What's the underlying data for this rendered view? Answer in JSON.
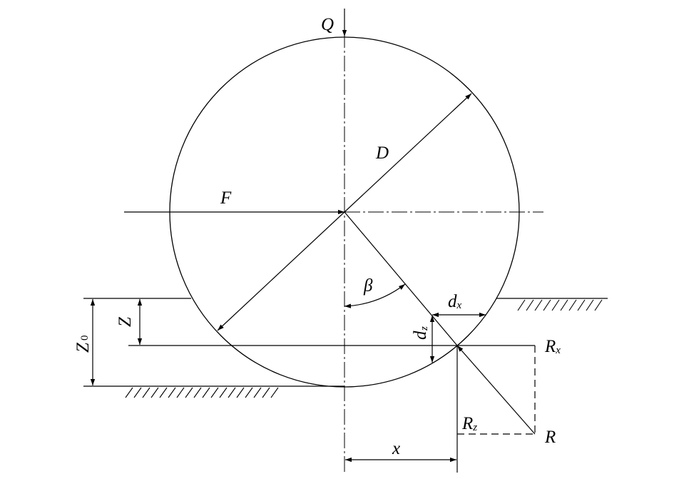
{
  "labels": {
    "Q": "Q",
    "D": "D",
    "F": "F",
    "beta": "β",
    "Z": "Z",
    "Z0_main": "Z",
    "Z0_sub": "0",
    "dx_main": "d",
    "dx_sub": "x",
    "dz_main": "d",
    "dz_sub": "z",
    "Rx_main": "R",
    "Rx_sub": "x",
    "Rz_main": "R",
    "Rz_sub": "z",
    "R": "R",
    "x": "x"
  }
}
